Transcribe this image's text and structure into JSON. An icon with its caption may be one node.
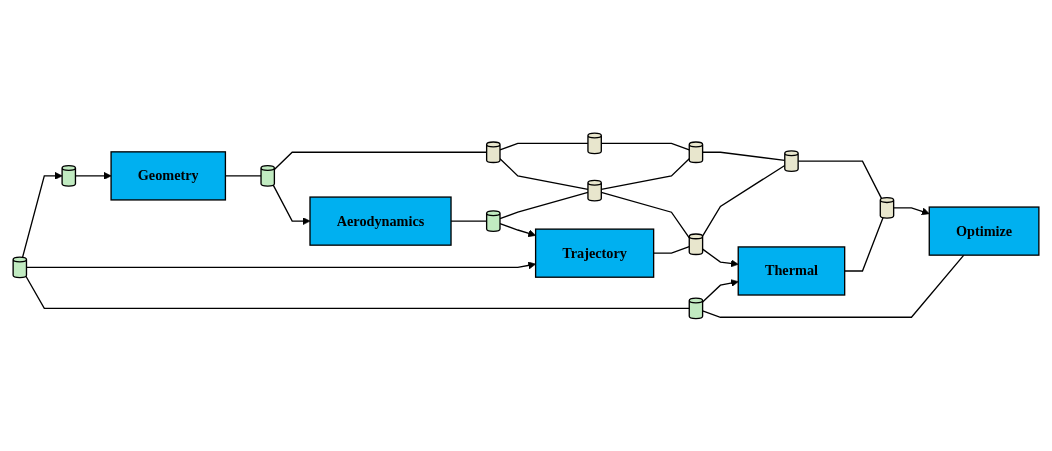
{
  "diagram": {
    "nodes": [
      {
        "text": [],
        "shape": "cylinder"
      },
      {
        "text": [
          "Geometry"
        ]
      },
      {
        "text": [],
        "shape": "cylinder"
      },
      {
        "text": [],
        "shape": "cylinder"
      },
      {
        "text": [],
        "shape": "cylinder"
      },
      {
        "text": [
          "Aerodynamics"
        ]
      },
      {
        "text": [],
        "shape": "cylinder"
      },
      {
        "text": [],
        "shape": "cylinder"
      },
      {
        "text": [],
        "shape": "cylinder"
      },
      {
        "text": [],
        "shape": "cylinder"
      },
      {
        "text": [
          "Trajectory"
        ]
      },
      {
        "text": [],
        "shape": "cylinder"
      },
      {
        "text": [],
        "shape": "cylinder"
      },
      {
        "text": [],
        "shape": "cylinder"
      },
      {
        "text": [
          "Thermal"
        ]
      },
      {
        "text": [],
        "shape": "cylinder"
      },
      {
        "text": [
          "Optimize"
        ]
      }
    ],
    "edges": [
      {
        "from": 9,
        "to": 0,
        "arrow": "to"
      },
      {
        "from": 0,
        "to": 1,
        "arrow": "to"
      },
      {
        "from": 1,
        "to": 2,
        "arrow": "none"
      },
      {
        "from": 2,
        "to": 3,
        "arrow": "none"
      },
      {
        "from": 3,
        "to": 4,
        "arrow": "none"
      },
      {
        "from": 2,
        "to": 5,
        "arrow": "to"
      },
      {
        "from": 5,
        "to": 6,
        "arrow": "none"
      },
      {
        "from": 6,
        "to": 7,
        "arrow": "none"
      },
      {
        "from": 7,
        "to": 8,
        "arrow": "none"
      },
      {
        "from": 3,
        "to": 7,
        "arrow": "none"
      },
      {
        "from": 4,
        "to": 8,
        "arrow": "none"
      },
      {
        "from": 6,
        "to": 10,
        "arrow": "to"
      },
      {
        "from": 9,
        "to": 10,
        "arrow": "to"
      },
      {
        "from": 10,
        "to": 11,
        "arrow": "none"
      },
      {
        "from": 11,
        "to": 12,
        "arrow": "none"
      },
      {
        "from": 7,
        "to": 11,
        "arrow": "none"
      },
      {
        "from": 8,
        "to": 12,
        "arrow": "none"
      },
      {
        "from": 11,
        "to": 14,
        "arrow": "to"
      },
      {
        "from": 9,
        "to": 13,
        "arrow": "none"
      },
      {
        "from": 13,
        "to": 14,
        "arrow": "to"
      },
      {
        "from": 14,
        "to": 15,
        "arrow": "none"
      },
      {
        "from": 12,
        "to": 15,
        "arrow": "none"
      },
      {
        "from": 15,
        "to": 16,
        "arrow": "to"
      },
      {
        "from": 13,
        "to": 16,
        "arrow": "none"
      }
    ]
  }
}
